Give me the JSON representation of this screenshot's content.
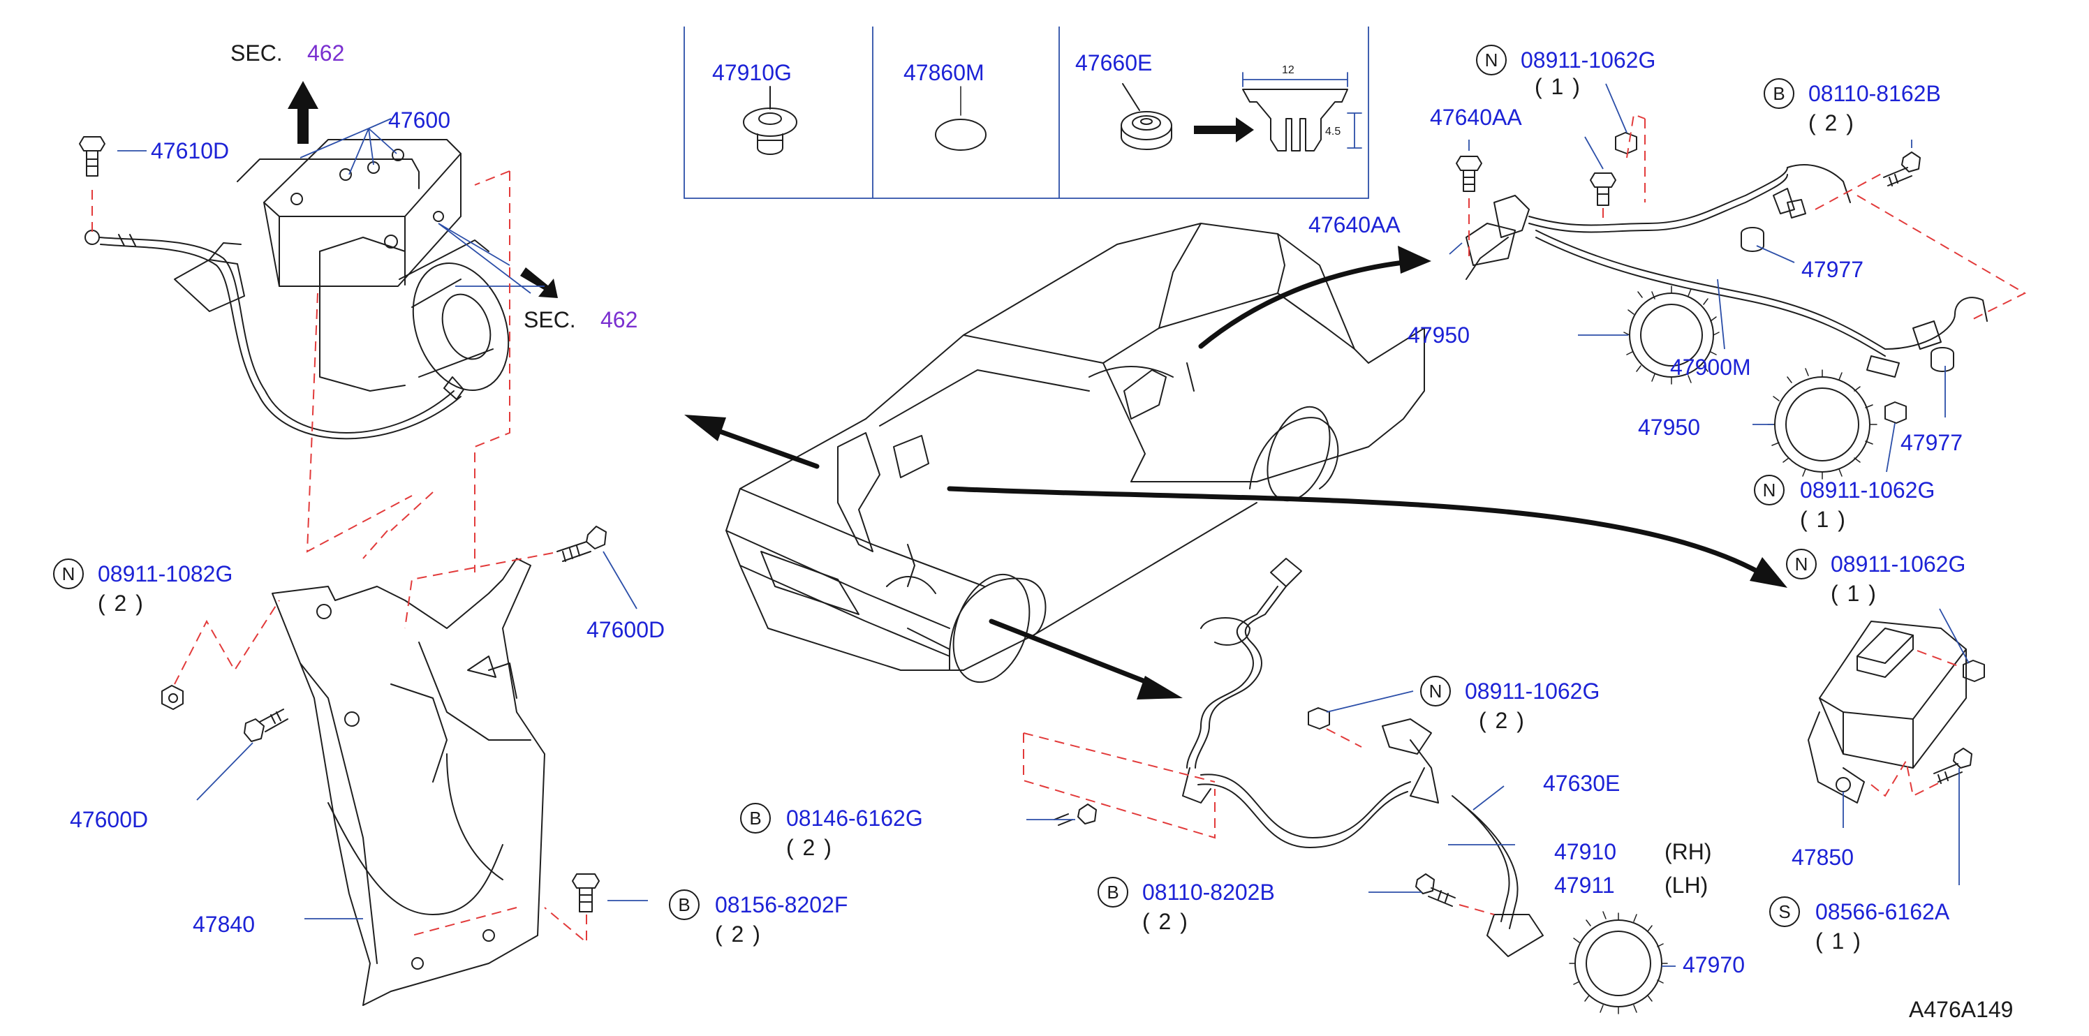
{
  "diagram": {
    "id_code": "A476A149",
    "sec_refs": [
      {
        "prefix": "SEC.",
        "number": "462"
      },
      {
        "prefix": "SEC.",
        "number": "462"
      }
    ],
    "inset": {
      "parts": [
        "47910G",
        "47860M",
        "47660E"
      ],
      "dim_width": "12",
      "dim_height": "4.5"
    },
    "parts": {
      "p47610D": "47610D",
      "p47600": "47600",
      "p47600D_a": "47600D",
      "p47600D_b": "47600D",
      "p47840": "47840",
      "p47640AA_a": "47640AA",
      "p47640AA_b": "47640AA",
      "p47977_a": "47977",
      "p47977_b": "47977",
      "p47950_a": "47950",
      "p47950_b": "47950",
      "p47900M": "47900M",
      "p47850": "47850",
      "p47630E": "47630E",
      "p47910": "47910",
      "p47911": "47911",
      "p47970": "47970"
    },
    "side": {
      "rh": "(RH)",
      "lh": "(LH)"
    },
    "fasteners": [
      {
        "badge": "N",
        "number": "08911-1082G",
        "qty": "( 2 )"
      },
      {
        "badge": "B",
        "number": "08156-8202F",
        "qty": "( 2 )"
      },
      {
        "badge": "B",
        "number": "08146-6162G",
        "qty": "( 2 )"
      },
      {
        "badge": "B",
        "number": "08110-8202B",
        "qty": "( 2 )"
      },
      {
        "badge": "N",
        "number": "08911-1062G",
        "qty": "( 2 )"
      },
      {
        "badge": "N",
        "number": "08911-1062G",
        "qty": "( 1 )"
      },
      {
        "badge": "B",
        "number": "08110-8162B",
        "qty": "( 2 )"
      },
      {
        "badge": "N",
        "number": "08911-1062G",
        "qty": "( 1 )"
      },
      {
        "badge": "N",
        "number": "08911-1062G",
        "qty": "( 1 )"
      },
      {
        "badge": "S",
        "number": "08566-6162A",
        "qty": "( 1 )"
      }
    ],
    "colors": {
      "part_label": "#1c22d6",
      "sec_number": "#7a2fd0",
      "phantom_line": "#e23a3a",
      "leader": "#2b4ea8"
    }
  }
}
